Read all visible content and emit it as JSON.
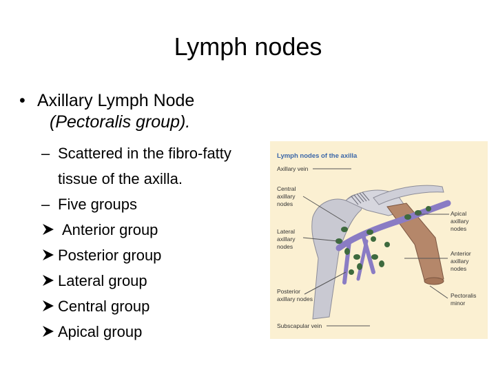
{
  "slide": {
    "title": "Lymph nodes",
    "bullet": {
      "marker": "•",
      "text": "Axillary Lymph Node",
      "subtext": "(Pectoralis group)."
    },
    "items": {
      "scattered_line1": "Scattered in the fibro-fatty",
      "scattered_line2": "tissue of the axilla.",
      "five_groups": "Five groups",
      "dash": "–",
      "groups": [
        "Anterior group",
        "Posterior group",
        "Lateral group",
        "Central group",
        "Apical group"
      ]
    }
  },
  "figure": {
    "title": "Lymph nodes of the axilla",
    "labels": {
      "axillary_vein": "Axillary vein",
      "central_1": "Central",
      "central_2": "axillary",
      "central_3": "nodes",
      "lateral_1": "Lateral",
      "lateral_2": "axillary",
      "lateral_3": "nodes",
      "posterior_1": "Posterior",
      "posterior_2": "axillary nodes",
      "subscapular": "Subscapular vein",
      "apical_1": "Apical",
      "apical_2": "axillary",
      "apical_3": "nodes",
      "anterior_1": "Anterior",
      "anterior_2": "axillary",
      "anterior_3": "nodes",
      "pectoralis_1": "Pectoralis",
      "pectoralis_2": "minor"
    },
    "colors": {
      "background": "#fbf0d2",
      "title": "#3a66a8",
      "vein": "#8a7cc4",
      "muscle": "#b5876a",
      "node": "#3e6a3e",
      "bone": "#c9c9d2"
    }
  }
}
